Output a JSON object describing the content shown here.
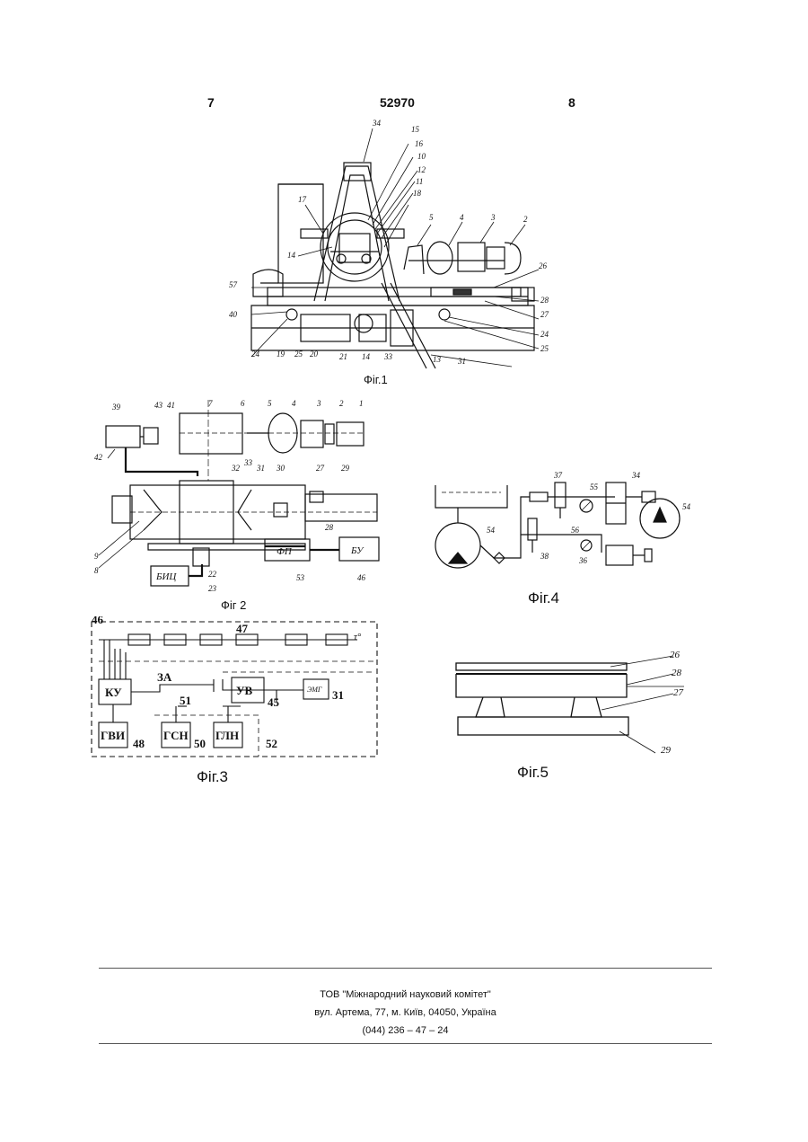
{
  "header": {
    "page_left": "7",
    "patent_number": "52970",
    "page_right": "8"
  },
  "figures": {
    "fig1": {
      "caption": "Фіг.1",
      "callouts": {
        "c34": "34",
        "c15": "15",
        "c16": "16",
        "c10": "10",
        "c12": "12",
        "c11": "11",
        "c18": "18",
        "c17": "17",
        "c14": "14",
        "c5": "5",
        "c4": "4",
        "c3": "3",
        "c2": "2",
        "c26": "26",
        "c57": "57",
        "c40": "40",
        "c28": "28",
        "c27": "27",
        "c24r": "24",
        "c25r": "25",
        "c24": "24",
        "c19": "19",
        "c25": "25",
        "c20": "20",
        "c21": "21",
        "c14b": "14",
        "c33": "33",
        "c13": "13",
        "c31": "31"
      }
    },
    "fig2": {
      "caption": "Фіг 2",
      "callouts": {
        "c39": "39",
        "c43": "43",
        "c41": "41",
        "c7": "7",
        "c6": "6",
        "c5": "5",
        "c4": "4",
        "c3": "3",
        "c2": "2",
        "c1": "1",
        "c42": "42",
        "c32": "32",
        "c33": "33",
        "c31": "31",
        "c30": "30",
        "c27": "27",
        "c29": "29",
        "c28": "28",
        "c9": "9",
        "c8": "8",
        "c22": "22",
        "c23": "23",
        "c53": "53",
        "c46": "46"
      },
      "blocks": {
        "fp": "ФП",
        "bu": "БУ",
        "bic": "БИЦ"
      }
    },
    "fig3": {
      "caption": "Фіг.3",
      "callouts": {
        "c46": "46",
        "c47": "47",
        "c51": "51",
        "c45": "45",
        "c31": "31",
        "c48": "48",
        "c50": "50",
        "c52": "52"
      },
      "blocks": {
        "ku": "КУ",
        "za": "ЗА",
        "uv": "УВ",
        "emg": "ЭМГ",
        "gvi": "ГВИ",
        "gsn": "ГСН",
        "gln": "ГЛН",
        "t": "τ°"
      }
    },
    "fig4": {
      "caption": "Фіг.4",
      "callouts": {
        "c37": "37",
        "c55": "55",
        "c34": "34",
        "c54r": "54",
        "c54": "54",
        "c56": "56",
        "c38": "38",
        "c36": "36"
      }
    },
    "fig5": {
      "caption": "Фіг.5",
      "callouts": {
        "c26": "26",
        "c28": "28",
        "c27": "27",
        "c29": "29"
      }
    }
  },
  "footer": {
    "org": "ТОВ \"Міжнародний науковий комітет\"",
    "address": "вул. Артема, 77, м. Київ, 04050, Україна",
    "phone": "(044) 236 – 47 – 24"
  }
}
